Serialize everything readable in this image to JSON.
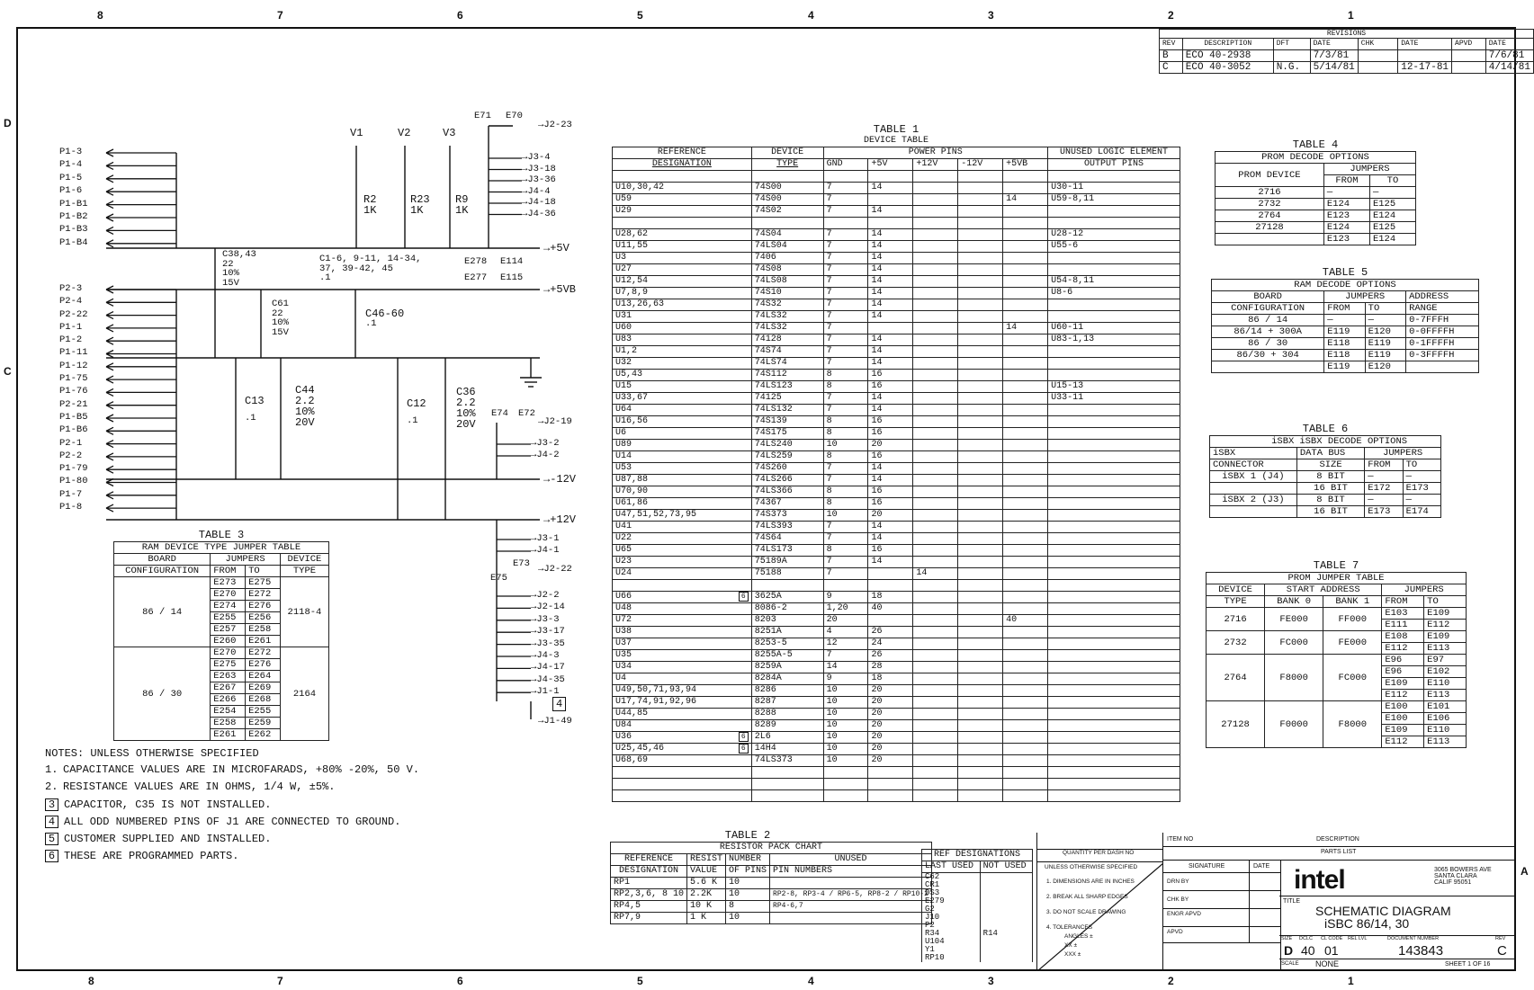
{
  "zones": {
    "top": [
      "8",
      "7",
      "6",
      "5",
      "4",
      "3",
      "2",
      "1"
    ],
    "bottom": [
      "8",
      "7",
      "6",
      "5",
      "4",
      "3",
      "2",
      "1"
    ],
    "left": [
      "D",
      "C"
    ],
    "right": [
      "A"
    ]
  },
  "revisions": {
    "title": "REVISIONS",
    "headers": [
      "REV",
      "DESCRIPTION",
      "DFT",
      "DATE",
      "CHK",
      "DATE",
      "APVD",
      "DATE"
    ],
    "rows": [
      [
        "B",
        "ECO 40-2938",
        "",
        "7/3/81",
        "",
        "",
        "",
        "7/6/81"
      ],
      [
        "C",
        "ECO 40-3052",
        "N.G.",
        "5/14/81",
        "",
        "12-17-81",
        "",
        "4/14/81"
      ]
    ]
  },
  "schematic": {
    "p1_pins": [
      "P1-3",
      "P1-4",
      "P1-5",
      "P1-6",
      "P1-B1",
      "P1-B2",
      "P1-B3",
      "P1-B4"
    ],
    "p2_pins": [
      "P2-3",
      "P2-4",
      "P2-22",
      "P1-1",
      "P1-2",
      "P1-11",
      "P1-12",
      "P1-75",
      "P1-76",
      "P2-21",
      "P1-B5",
      "P1-B6",
      "P2-1",
      "P2-2",
      "P1-79",
      "P1-80",
      "P1-7",
      "P1-8"
    ],
    "v_labels": [
      "V1",
      "V2",
      "V3"
    ],
    "resistors": [
      {
        "ref": "R2",
        "val": "1K"
      },
      {
        "ref": "R23",
        "val": "1K"
      },
      {
        "ref": "R9",
        "val": "1K"
      }
    ],
    "e71": "E71",
    "e70": "E70",
    "out_j2_23": "J2-23",
    "top_outputs": [
      "J3-4",
      "J3-18",
      "J3-36",
      "J4-4",
      "J4-18",
      "J4-36"
    ],
    "rails": [
      "+5V",
      "+5VB",
      "-12V",
      "+12V"
    ],
    "c38_label": "C38,43",
    "c38_vals": [
      "22",
      "10%",
      "15V"
    ],
    "c16_label": "C1-6, 9-11, 14-34,",
    "c16_label2": "37, 39-42, 45",
    "c16_val": ".1",
    "e278": "E278",
    "e114": "E114",
    "e277": "E277",
    "e115": "E115",
    "c61_label": "C61",
    "c61_vals": [
      "22",
      "10%",
      "15V"
    ],
    "c46_label": "C46-60",
    "c46_val": ".1",
    "c13_label": "C13",
    "c13_val": ".1",
    "c44_label": "C44",
    "c44_vals": [
      "2.2",
      "10%",
      "20V"
    ],
    "c12_label": "C12",
    "c12_val": ".1",
    "c36_label": "C36",
    "c36_vals": [
      "2.2",
      "10%",
      "20V"
    ],
    "e74": "E74",
    "e72": "E72",
    "out_j2_19": "J2-19",
    "mid_outputs": [
      "J3-2",
      "J4-2"
    ],
    "lower_outputs_1": [
      "J3-1",
      "J4-1"
    ],
    "e73": "E73",
    "e75": "E75",
    "out_j2_22": "J2-22",
    "lower_outputs_2": [
      "J2-2",
      "J2-14",
      "J3-3",
      "J3-17",
      "J3-35",
      "J4-3",
      "J4-17",
      "J4-35",
      "J1-1"
    ],
    "note_box": "4",
    "out_j1_49": "J1-49"
  },
  "table3": {
    "caption": "TABLE 3",
    "title": "RAM DEVICE TYPE JUMPER TABLE",
    "h_board": "BOARD",
    "h_config": "CONFIGURATION",
    "h_jumpers": "JUMPERS",
    "h_from": "FROM",
    "h_to": "TO",
    "h_device": "DEVICE",
    "h_type": "TYPE",
    "groups": [
      {
        "config": "86 / 14",
        "type": "2118-4",
        "pairs": [
          [
            "E273",
            "E275"
          ],
          [
            "E270",
            "E272"
          ],
          [
            "E274",
            "E276"
          ],
          [
            "E255",
            "E256"
          ],
          [
            "E257",
            "E258"
          ],
          [
            "E260",
            "E261"
          ]
        ]
      },
      {
        "config": "86 / 30",
        "type": "2164",
        "pairs": [
          [
            "E270",
            "E272"
          ],
          [
            "E275",
            "E276"
          ],
          [
            "E263",
            "E264"
          ],
          [
            "E267",
            "E269"
          ],
          [
            "E266",
            "E268"
          ],
          [
            "E254",
            "E255"
          ],
          [
            "E258",
            "E259"
          ],
          [
            "E261",
            "E262"
          ]
        ]
      }
    ]
  },
  "notes": {
    "header": "NOTES: UNLESS OTHERWISE SPECIFIED",
    "items": [
      {
        "num": "1.",
        "boxed": false,
        "text": "CAPACITANCE VALUES ARE IN MICROFARADS, +80% -20%, 50 V."
      },
      {
        "num": "2.",
        "boxed": false,
        "text": "RESISTANCE VALUES ARE IN OHMS, 1/4 W, ±5%."
      },
      {
        "num": "3",
        "boxed": true,
        "text": "CAPACITOR, C35 IS NOT INSTALLED."
      },
      {
        "num": "4",
        "boxed": true,
        "text": "ALL ODD NUMBERED PINS OF J1 ARE CONNECTED TO GROUND."
      },
      {
        "num": "5",
        "boxed": true,
        "text": "CUSTOMER SUPPLIED AND INSTALLED."
      },
      {
        "num": "6",
        "boxed": true,
        "text": "THESE ARE PROGRAMMED PARTS."
      }
    ]
  },
  "table1": {
    "caption": "TABLE 1",
    "title": "DEVICE TABLE",
    "h_ref1": "REFERENCE",
    "h_ref2": "DESIGNATION",
    "h_dev1": "DEVICE",
    "h_dev2": "TYPE",
    "h_power": "POWER PINS",
    "h_cols": [
      "GND",
      "+5V",
      "+12V",
      "-12V",
      "+5VB"
    ],
    "h_unused1": "UNUSED LOGIC ELEMENT",
    "h_unused2": "OUTPUT PINS",
    "rows": [
      [
        "",
        "",
        "",
        "",
        "",
        "",
        "",
        ""
      ],
      [
        "U10,30,42",
        "74S00",
        "7",
        "14",
        "",
        "",
        "",
        "U30-11"
      ],
      [
        "U59",
        "74S00",
        "7",
        "",
        "",
        "",
        "14",
        "U59-8,11"
      ],
      [
        "U29",
        "74S02",
        "7",
        "14",
        "",
        "",
        "",
        ""
      ],
      [
        "",
        "",
        "",
        "",
        "",
        "",
        "",
        ""
      ],
      [
        "U28,62",
        "74S04",
        "7",
        "14",
        "",
        "",
        "",
        "U28-12"
      ],
      [
        "U11,55",
        "74LS04",
        "7",
        "14",
        "",
        "",
        "",
        "U55-6"
      ],
      [
        "U3",
        "7406",
        "7",
        "14",
        "",
        "",
        "",
        ""
      ],
      [
        "U27",
        "74S08",
        "7",
        "14",
        "",
        "",
        "",
        ""
      ],
      [
        "U12,54",
        "74LS08",
        "7",
        "14",
        "",
        "",
        "",
        "U54-8,11"
      ],
      [
        "U7,8,9",
        "74S10",
        "7",
        "14",
        "",
        "",
        "",
        "U8-6"
      ],
      [
        "U13,26,63",
        "74S32",
        "7",
        "14",
        "",
        "",
        "",
        ""
      ],
      [
        "U31",
        "74LS32",
        "7",
        "14",
        "",
        "",
        "",
        ""
      ],
      [
        "U60",
        "74LS32",
        "7",
        "",
        "",
        "",
        "14",
        "U60-11"
      ],
      [
        "U83",
        "74128",
        "7",
        "14",
        "",
        "",
        "",
        "U83-1,13"
      ],
      [
        "U1,2",
        "74S74",
        "7",
        "14",
        "",
        "",
        "",
        ""
      ],
      [
        "U32",
        "74LS74",
        "7",
        "14",
        "",
        "",
        "",
        ""
      ],
      [
        "U5,43",
        "74S112",
        "8",
        "16",
        "",
        "",
        "",
        ""
      ],
      [
        "U15",
        "74LS123",
        "8",
        "16",
        "",
        "",
        "",
        "U15-13"
      ],
      [
        "U33,67",
        "74125",
        "7",
        "14",
        "",
        "",
        "",
        "U33-11"
      ],
      [
        "U64",
        "74LS132",
        "7",
        "14",
        "",
        "",
        "",
        ""
      ],
      [
        "U16,56",
        "74S139",
        "8",
        "16",
        "",
        "",
        "",
        ""
      ],
      [
        "U6",
        "74S175",
        "8",
        "16",
        "",
        "",
        "",
        ""
      ],
      [
        "U89",
        "74LS240",
        "10",
        "20",
        "",
        "",
        "",
        ""
      ],
      [
        "U14",
        "74LS259",
        "8",
        "16",
        "",
        "",
        "",
        ""
      ],
      [
        "U53",
        "74S260",
        "7",
        "14",
        "",
        "",
        "",
        ""
      ],
      [
        "U87,88",
        "74LS266",
        "7",
        "14",
        "",
        "",
        "",
        ""
      ],
      [
        "U70,90",
        "74LS366",
        "8",
        "16",
        "",
        "",
        "",
        ""
      ],
      [
        "U61,86",
        "74367",
        "8",
        "16",
        "",
        "",
        "",
        ""
      ],
      [
        "U47,51,52,73,95",
        "74S373",
        "10",
        "20",
        "",
        "",
        "",
        ""
      ],
      [
        "U41",
        "74LS393",
        "7",
        "14",
        "",
        "",
        "",
        ""
      ],
      [
        "U22",
        "74S64",
        "7",
        "14",
        "",
        "",
        "",
        ""
      ],
      [
        "U65",
        "74LS173",
        "8",
        "16",
        "",
        "",
        "",
        ""
      ],
      [
        "U23",
        "75189A",
        "7",
        "14",
        "",
        "",
        "",
        ""
      ],
      [
        "U24",
        "75188",
        "7",
        "",
        "14",
        "",
        "",
        ""
      ],
      [
        "",
        "",
        "",
        "",
        "",
        "",
        "",
        ""
      ],
      [
        "U66",
        "3625A",
        "9",
        "18",
        "",
        "",
        "",
        ""
      ],
      [
        "U48",
        "8086-2",
        "1,20",
        "40",
        "",
        "",
        "",
        ""
      ],
      [
        "U72",
        "8203",
        "20",
        "",
        "",
        "",
        "40",
        ""
      ],
      [
        "U38",
        "8251A",
        "4",
        "26",
        "",
        "",
        "",
        ""
      ],
      [
        "U37",
        "8253-5",
        "12",
        "24",
        "",
        "",
        "",
        ""
      ],
      [
        "U35",
        "8255A-5",
        "7",
        "26",
        "",
        "",
        "",
        ""
      ],
      [
        "U34",
        "8259A",
        "14",
        "28",
        "",
        "",
        "",
        ""
      ],
      [
        "U4",
        "8284A",
        "9",
        "18",
        "",
        "",
        "",
        ""
      ],
      [
        "U49,50,71,93,94",
        "8286",
        "10",
        "20",
        "",
        "",
        "",
        ""
      ],
      [
        "U17,74,91,92,96",
        "8287",
        "10",
        "20",
        "",
        "",
        "",
        ""
      ],
      [
        "U44,85",
        "8288",
        "10",
        "20",
        "",
        "",
        "",
        ""
      ],
      [
        "U84",
        "8289",
        "10",
        "20",
        "",
        "",
        "",
        ""
      ],
      [
        "U36",
        "2L6",
        "10",
        "20",
        "",
        "",
        "",
        ""
      ],
      [
        "U25,45,46",
        "14H4",
        "10",
        "20",
        "",
        "",
        "",
        ""
      ],
      [
        "U68,69",
        "74LS373",
        "10",
        "20",
        "",
        "",
        "",
        ""
      ],
      [
        "",
        "",
        "",
        "",
        "",
        "",
        "",
        ""
      ],
      [
        "",
        "",
        "",
        "",
        "",
        "",
        "",
        ""
      ],
      [
        "",
        "",
        "",
        "",
        "",
        "",
        "",
        ""
      ]
    ],
    "flags": {
      "U66": "6",
      "U36": "6",
      "U25,45,46": "6"
    }
  },
  "table2": {
    "caption": "TABLE 2",
    "title": "RESISTOR PACK CHART",
    "h1": [
      "REFERENCE",
      "RESIST",
      "NUMBER",
      "UNUSED"
    ],
    "h2": [
      "DESIGNATION",
      "VALUE",
      "OF PINS",
      "PIN NUMBERS"
    ],
    "rows": [
      [
        "RP1",
        "5.6 K",
        "10",
        ""
      ],
      [
        "RP2,3,6, 8 10",
        "2.2K",
        "10",
        "RP2-8, RP3-4 / RP6-5, RP8-2 / RP10-2"
      ],
      [
        "RP4,5",
        "10 K",
        "8",
        "RP4-6,7"
      ],
      [
        "RP7,9",
        "1 K",
        "10",
        ""
      ]
    ]
  },
  "ref_des": {
    "title": "REF DESIGNATIONS",
    "h_last": "LAST USED",
    "h_not": "NOT USED",
    "last": [
      "C62",
      "CR1",
      "DS3",
      "E279",
      "G2",
      "J10",
      "P2",
      "R34",
      "U104",
      "Y1",
      "RP10"
    ],
    "not_used": [
      "",
      "",
      "",
      "",
      "",
      "",
      "",
      "R14",
      "",
      "",
      ""
    ]
  },
  "title_block": {
    "qty_header": "QUANTITY PER DASH NO",
    "item_no": "ITEM NO",
    "description": "DESCRIPTION",
    "parts_list": "PARTS LIST",
    "unless": "UNLESS OTHERWISE SPECIFIED",
    "notes": [
      "1. DIMENSIONS ARE IN INCHES",
      "2. BREAK ALL SHARP EDGES",
      "3. DO NOT SCALE DRAWING",
      "4. TOLERANCES",
      "ANGLES ±",
      "XX ±",
      "XXX ±"
    ],
    "signature": "SIGNATURE",
    "date": "DATE",
    "drn_by": "DRN BY",
    "chk_by": "CHK BY",
    "engr_apvd": "ENGR APVD",
    "apvd": "APVD",
    "logo": "intel",
    "address": [
      "3065 BOWERS AVE",
      "SANTA CLARA",
      "CALIF 95051"
    ],
    "title_label": "TITLE",
    "title_lines": [
      "SCHEMATIC DIAGRAM",
      "iSBC 86/14, 30"
    ],
    "size_label": "SIZE",
    "size_val": "D",
    "dclc_label": "DCLC",
    "dclc_val": "40",
    "clcode_label": "CL CODE",
    "clcode_val": "01",
    "rel_label": "REL LVL",
    "docnum_label": "DOCUMENT NUMBER",
    "docnum_val": "143843",
    "rev_label": "REV",
    "rev_val": "C",
    "scale_label": "SCALE",
    "scale_val": "NONE",
    "sheet": "SHEET 1 OF 16"
  },
  "table4": {
    "caption": "TABLE 4",
    "title": "PROM DECODE OPTIONS",
    "h_device": "PROM DEVICE",
    "h_jumpers": "JUMPERS",
    "h_from": "FROM",
    "h_to": "TO",
    "rows": [
      [
        "2716",
        "—",
        "—"
      ],
      [
        "2732",
        "E124",
        "E125"
      ],
      [
        "2764",
        "E123",
        "E124"
      ],
      [
        "27128",
        "E124",
        "E125"
      ],
      [
        "",
        "E123",
        "E124"
      ]
    ]
  },
  "table5": {
    "caption": "TABLE 5",
    "title": "RAM DECODE OPTIONS",
    "h_board": "BOARD",
    "h_config": "CONFIGURATION",
    "h_jumpers": "JUMPERS",
    "h_from": "FROM",
    "h_to": "TO",
    "h_addr": "ADDRESS",
    "h_range": "RANGE",
    "rows": [
      [
        "86 / 14",
        "—",
        "—",
        "0-7FFFH"
      ],
      [
        "86/14 + 300A",
        "E119",
        "E120",
        "0-0FFFFH"
      ],
      [
        "86 / 30",
        "E118",
        "E119",
        "0-1FFFFH"
      ],
      [
        "86/30 + 304",
        "E118",
        "E119",
        "0-3FFFFH"
      ],
      [
        "",
        "E119",
        "E120",
        ""
      ]
    ]
  },
  "table6": {
    "caption": "TABLE 6",
    "title": "iSBX DECODE OPTIONS",
    "h_conn1": "iSBX",
    "h_conn2": "CONNECTOR",
    "h_bus1": "DATA BUS",
    "h_bus2": "SIZE",
    "h_jumpers": "JUMPERS",
    "h_from": "FROM",
    "h_to": "TO",
    "rows": [
      [
        "iSBX 1 (J4)",
        "8 BIT",
        "—",
        "—"
      ],
      [
        "",
        "16 BIT",
        "E172",
        "E173"
      ],
      [
        "iSBX 2 (J3)",
        "8 BIT",
        "—",
        "—"
      ],
      [
        "",
        "16 BIT",
        "E173",
        "E174"
      ]
    ]
  },
  "table7": {
    "caption": "TABLE 7",
    "title": "PROM JUMPER TABLE",
    "h_device": "DEVICE",
    "h_type": "TYPE",
    "h_start": "START ADDRESS",
    "h_bank0": "BANK 0",
    "h_bank1": "BANK 1",
    "h_jumpers": "JUMPERS",
    "h_from": "FROM",
    "h_to": "TO",
    "rows": [
      {
        "type": "2716",
        "b0": "FE000",
        "b1": "FF000",
        "pairs": [
          [
            "E103",
            "E109"
          ],
          [
            "E111",
            "E112"
          ]
        ]
      },
      {
        "type": "2732",
        "b0": "FC000",
        "b1": "FE000",
        "pairs": [
          [
            "E108",
            "E109"
          ],
          [
            "E112",
            "E113"
          ]
        ]
      },
      {
        "type": "2764",
        "b0": "F8000",
        "b1": "FC000",
        "pairs": [
          [
            "E96",
            "E97"
          ],
          [
            "E96",
            "E102"
          ],
          [
            "E109",
            "E110"
          ],
          [
            "E112",
            "E113"
          ]
        ]
      },
      {
        "type": "27128",
        "b0": "F0000",
        "b1": "F8000",
        "pairs": [
          [
            "E100",
            "E101"
          ],
          [
            "E100",
            "E106"
          ],
          [
            "E109",
            "E110"
          ],
          [
            "E112",
            "E113"
          ]
        ]
      }
    ]
  }
}
